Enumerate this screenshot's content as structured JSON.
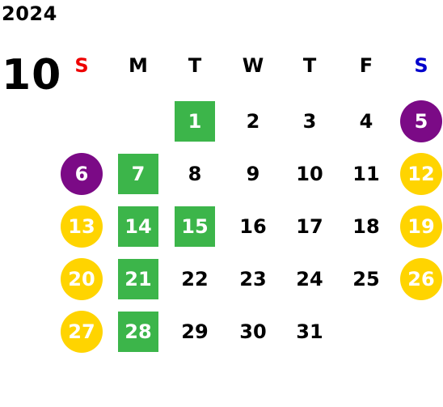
{
  "header": {
    "year": "2024",
    "month": "10"
  },
  "colors": {
    "sunday_header": "#ee0000",
    "saturday_header": "#0000cc",
    "green_square": "#3cb54a",
    "purple_circle": "#7b0a86",
    "yellow_circle": "#ffd400",
    "default_text": "#000000",
    "marked_text": "#ffffff"
  },
  "weekdays": [
    "S",
    "M",
    "T",
    "W",
    "T",
    "F",
    "S"
  ],
  "weeks": [
    [
      {
        "label": "",
        "style": "empty"
      },
      {
        "label": "",
        "style": "empty"
      },
      {
        "label": "1",
        "style": "green-square"
      },
      {
        "label": "2",
        "style": "plain"
      },
      {
        "label": "3",
        "style": "plain"
      },
      {
        "label": "4",
        "style": "plain"
      },
      {
        "label": "5",
        "style": "purple-circle"
      }
    ],
    [
      {
        "label": "6",
        "style": "purple-circle"
      },
      {
        "label": "7",
        "style": "green-square"
      },
      {
        "label": "8",
        "style": "plain"
      },
      {
        "label": "9",
        "style": "plain"
      },
      {
        "label": "10",
        "style": "plain"
      },
      {
        "label": "11",
        "style": "plain"
      },
      {
        "label": "12",
        "style": "yellow-circle"
      }
    ],
    [
      {
        "label": "13",
        "style": "yellow-circle"
      },
      {
        "label": "14",
        "style": "green-square"
      },
      {
        "label": "15",
        "style": "green-square"
      },
      {
        "label": "16",
        "style": "plain"
      },
      {
        "label": "17",
        "style": "plain"
      },
      {
        "label": "18",
        "style": "plain"
      },
      {
        "label": "19",
        "style": "yellow-circle"
      }
    ],
    [
      {
        "label": "20",
        "style": "yellow-circle"
      },
      {
        "label": "21",
        "style": "green-square"
      },
      {
        "label": "22",
        "style": "plain"
      },
      {
        "label": "23",
        "style": "plain"
      },
      {
        "label": "24",
        "style": "plain"
      },
      {
        "label": "25",
        "style": "plain"
      },
      {
        "label": "26",
        "style": "yellow-circle"
      }
    ],
    [
      {
        "label": "27",
        "style": "yellow-circle"
      },
      {
        "label": "28",
        "style": "green-square"
      },
      {
        "label": "29",
        "style": "plain"
      },
      {
        "label": "30",
        "style": "plain"
      },
      {
        "label": "31",
        "style": "plain"
      },
      {
        "label": "",
        "style": "empty"
      },
      {
        "label": "",
        "style": "empty"
      }
    ]
  ]
}
